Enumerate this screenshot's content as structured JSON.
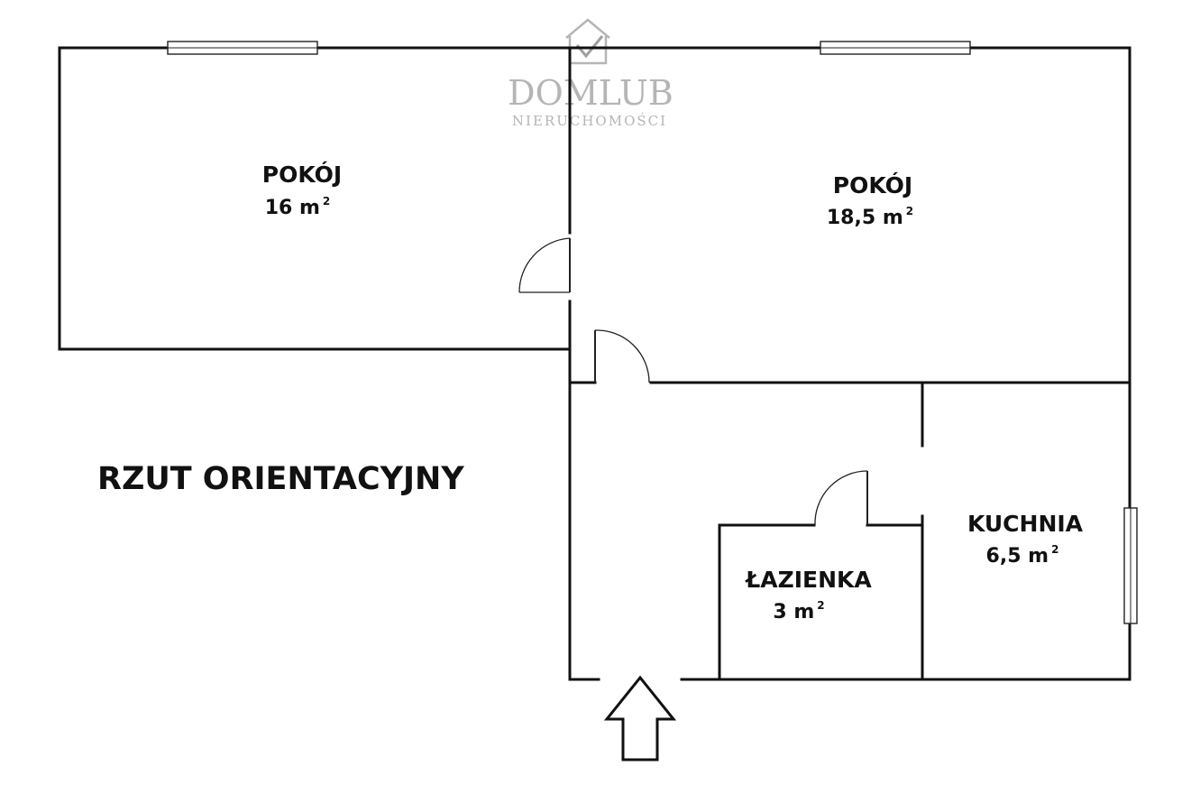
{
  "plan_title": "RZUT ORIENTACYJNY",
  "logo": {
    "name": "DOMLUB",
    "subtitle": "NIERUCHOMOŚCI",
    "icon": "house-check-icon"
  },
  "rooms": [
    {
      "id": "pokoj-1",
      "name": "POKÓJ",
      "area": "16 m",
      "unit_exp": "2"
    },
    {
      "id": "pokoj-2",
      "name": "POKÓJ",
      "area": "18,5 m",
      "unit_exp": "2"
    },
    {
      "id": "kuchnia",
      "name": "KUCHNIA",
      "area": "6,5 m",
      "unit_exp": "2"
    },
    {
      "id": "lazienka",
      "name": "ŁAZIENKA",
      "area": "3 m",
      "unit_exp": "2"
    }
  ],
  "entrance": {
    "icon": "up-arrow-icon"
  }
}
